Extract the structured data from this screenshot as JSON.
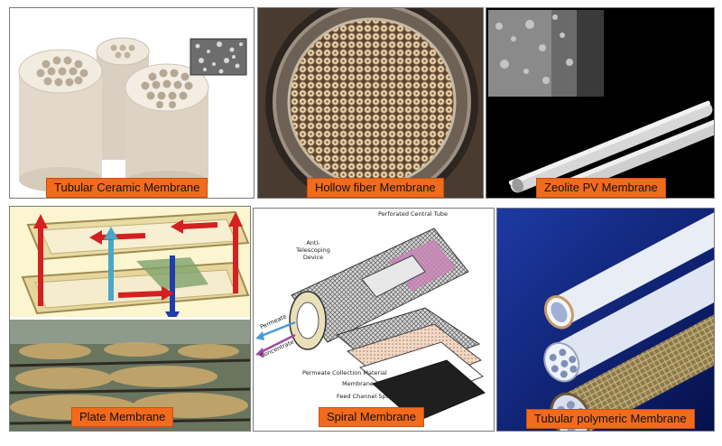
{
  "panels": {
    "tubular_ceramic": {
      "label": "Tubular Ceramic Membrane"
    },
    "hollow_fiber": {
      "label": "Hollow fiber Membrane"
    },
    "zeolite_pv": {
      "label": "Zeolite PV Membrane"
    },
    "plate": {
      "label": "Plate Membrane"
    },
    "spiral": {
      "label": "Spiral Membrane",
      "annotations": {
        "anti_telescoping": "Anti-Telescoping Device",
        "perforated_tube": "Perforated Central Tube",
        "permeate": "Permeate",
        "concentrate": "Concentrate",
        "permeate_collection": "Permeate Collection Material",
        "membrane": "Membrane",
        "feed_spacer": "Feed Channel Spacer"
      }
    },
    "tubular_polymeric": {
      "label": "Tubular polymeric Membrane"
    }
  },
  "colors": {
    "label_bg": "#f26b1d",
    "zeolite_bg": "#000000",
    "polymeric_bg": "#0a1a6a",
    "hollow_fiber_bg": "#4a3b30",
    "ceramic": "#ece4d8"
  }
}
